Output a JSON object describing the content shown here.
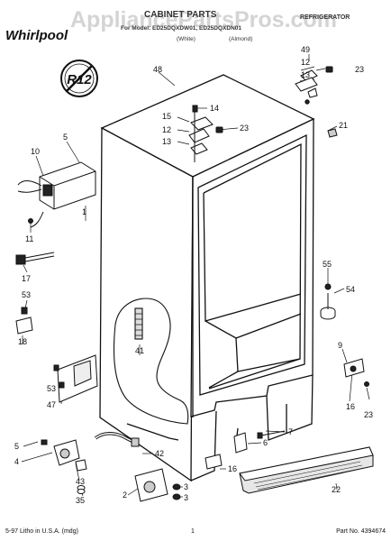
{
  "header": {
    "brand": "Whirlpool",
    "title": "CABINET PARTS",
    "category": "REFRIGERATOR",
    "model_line": "For Model: ED25DQXDW01, ED25DQXDN01",
    "variant_left": "(White)",
    "variant_right": "(Almond)"
  },
  "watermark": "AppliancePartsPros.com",
  "badge": "R12",
  "footer": {
    "left": "5-97 Litho in U.S.A. (mdg)",
    "center": "1",
    "right": "Part No. 4394674"
  },
  "callouts": [
    "48",
    "49",
    "12",
    "13",
    "23",
    "14",
    "15",
    "12",
    "23",
    "13",
    "21",
    "5",
    "10",
    "1",
    "11",
    "17",
    "53",
    "18",
    "41",
    "55",
    "54",
    "9",
    "16",
    "23",
    "53",
    "47",
    "7",
    "6",
    "5",
    "4",
    "42",
    "43",
    "35",
    "2",
    "3",
    "3",
    "16",
    "22"
  ]
}
